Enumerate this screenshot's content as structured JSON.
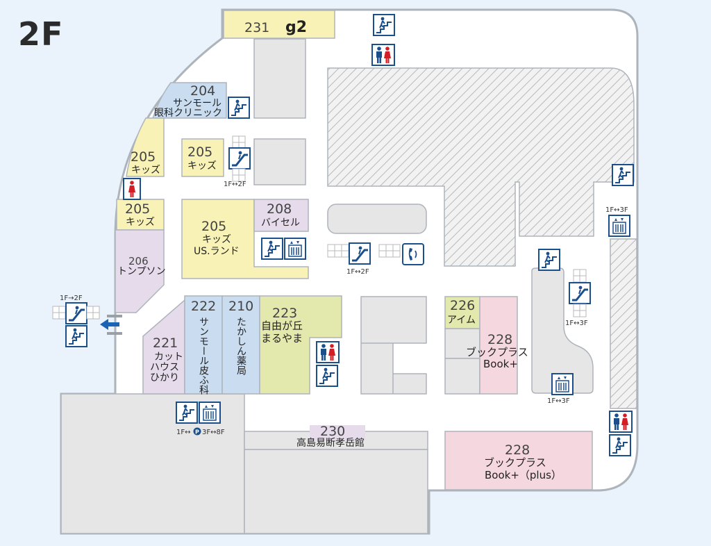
{
  "floor": "2F",
  "colors": {
    "background": "#eaf2fb",
    "floor": "#ffffff",
    "outline": "#aeb4bb",
    "structure": "#e6e6e6",
    "yellow": "#f8f2b6",
    "blue": "#c9dcf0",
    "purple": "#e6dbeb",
    "pink": "#f5d7df",
    "green": "#e3e8ad",
    "icon_blue": "#1a4f8c",
    "icon_red": "#d31e25",
    "arrow": "#1a63b5"
  },
  "shops": {
    "s231": {
      "number": "231",
      "name": "g2"
    },
    "s204": {
      "number": "204",
      "name1": "サンモール",
      "name2": "眼科クリニック"
    },
    "s205a": {
      "number": "205",
      "name": "キッズ"
    },
    "s205b": {
      "number": "205",
      "name": "キッズ"
    },
    "s205c": {
      "number": "205",
      "name": "キッズ"
    },
    "s205d": {
      "number": "205",
      "name1": "キッズ",
      "name2": "US.ランド"
    },
    "s206": {
      "number": "206",
      "name": "トンプソン"
    },
    "s208": {
      "number": "208",
      "name": "バイセル"
    },
    "s221": {
      "number": "221",
      "name1": "カット",
      "name2": "ハウス",
      "name3": "ひかり"
    },
    "s222": {
      "number": "222",
      "name": "サンモール皮ふ科"
    },
    "s210": {
      "number": "210",
      "name": "たかしん薬局"
    },
    "s223": {
      "number": "223",
      "name1": "自由が丘",
      "name2": "まるやま"
    },
    "s226": {
      "number": "226",
      "name": "アイム"
    },
    "s228a": {
      "number": "228",
      "name1": "ブックプラス",
      "name2": "Book+"
    },
    "s228b": {
      "number": "228",
      "name1": "ブックプラス",
      "name2": "Book+（plus）"
    },
    "s230": {
      "number": "230",
      "name": "高島易断孝岳館"
    }
  },
  "labels": {
    "esc_center": "1F↔2F",
    "esc_center2": "1F↔2F",
    "esc_left": "1F→2F",
    "esc_right": "1F↔3F",
    "elev_right_top": "1F↔3F",
    "elev_right": "1F↔3F",
    "elev_bottom_pre": "1F↔",
    "parking": "P",
    "elev_bottom_post": "3F↔8F"
  }
}
